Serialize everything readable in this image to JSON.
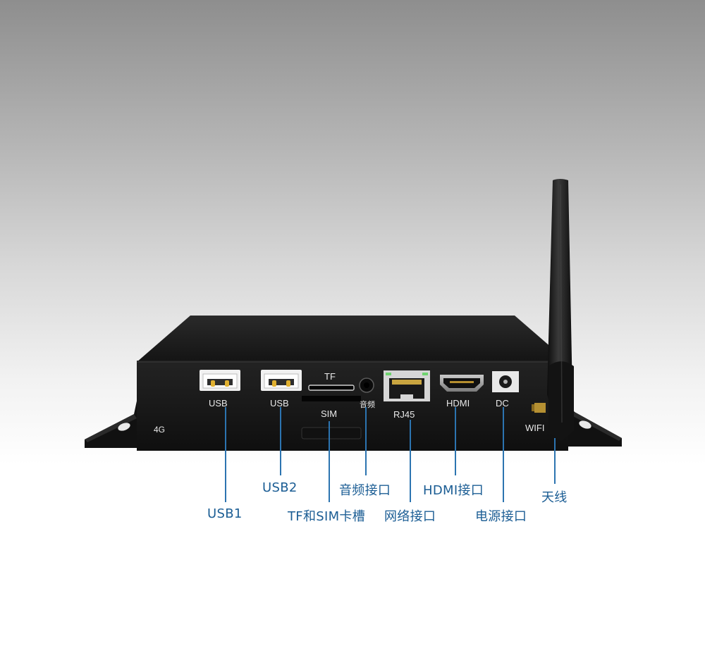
{
  "device": {
    "panel_labels": {
      "usb_a": "USB",
      "usb_b": "USB",
      "tf": "TF",
      "sim": "SIM",
      "audio": "音频",
      "rj45": "RJ45",
      "hdmi": "HDMI",
      "dc": "DC",
      "lte": "4G",
      "wifi": "WIFI"
    }
  },
  "callouts": {
    "usb1": "USB1",
    "usb2": "USB2",
    "tf_sim": "TF和SIM卡槽",
    "audio": "音频接口",
    "network": "网络接口",
    "hdmi": "HDMI接口",
    "power": "电源接口",
    "antenna": "天线"
  },
  "colors": {
    "callout_text": "#1b5d94",
    "leader_line": "#2c74b0",
    "device_body": "#1c1c1c",
    "usb_contact": "#e0b030",
    "rj45_led": "#6fd36f"
  }
}
